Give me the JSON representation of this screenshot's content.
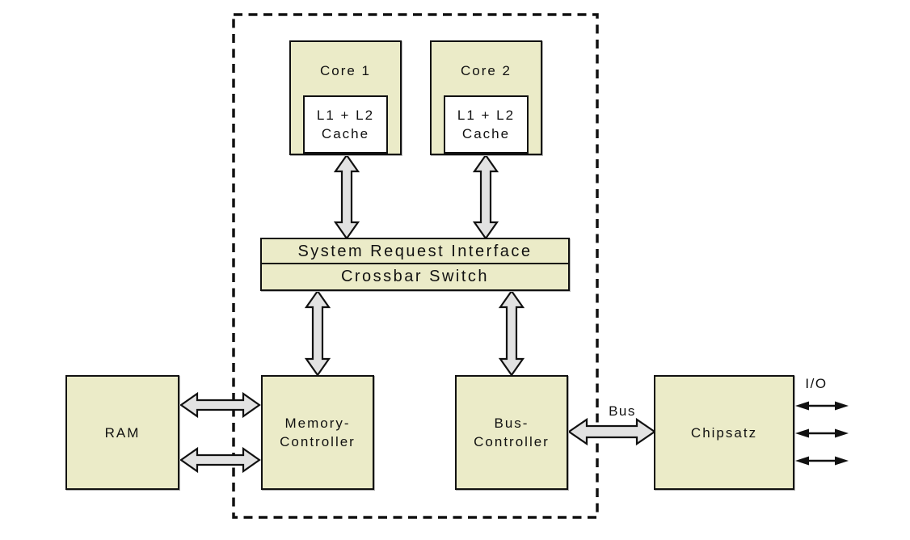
{
  "diagram": {
    "type": "cpu-architecture-block-diagram",
    "cpu_package": {
      "core1": {
        "label": "Core 1",
        "cache": {
          "line1": "L1 + L2",
          "line2": "Cache"
        }
      },
      "core2": {
        "label": "Core 2",
        "cache": {
          "line1": "L1 + L2",
          "line2": "Cache"
        }
      },
      "system_request_interface": {
        "label": "System Request Interface"
      },
      "crossbar_switch": {
        "label": "Crossbar Switch"
      },
      "memory_controller": {
        "line1": "Memory-",
        "line2": "Controller"
      },
      "bus_controller": {
        "line1": "Bus-",
        "line2": "Controller"
      }
    },
    "external": {
      "ram": {
        "label": "RAM"
      },
      "chipset": {
        "label": "Chipsatz"
      }
    },
    "connection_labels": {
      "bus": "Bus",
      "io": "I/O"
    },
    "colors": {
      "box_fill": "#ebebc8",
      "arrow_fill": "#e2e2e2",
      "line": "#111111",
      "background": "#ffffff"
    }
  }
}
